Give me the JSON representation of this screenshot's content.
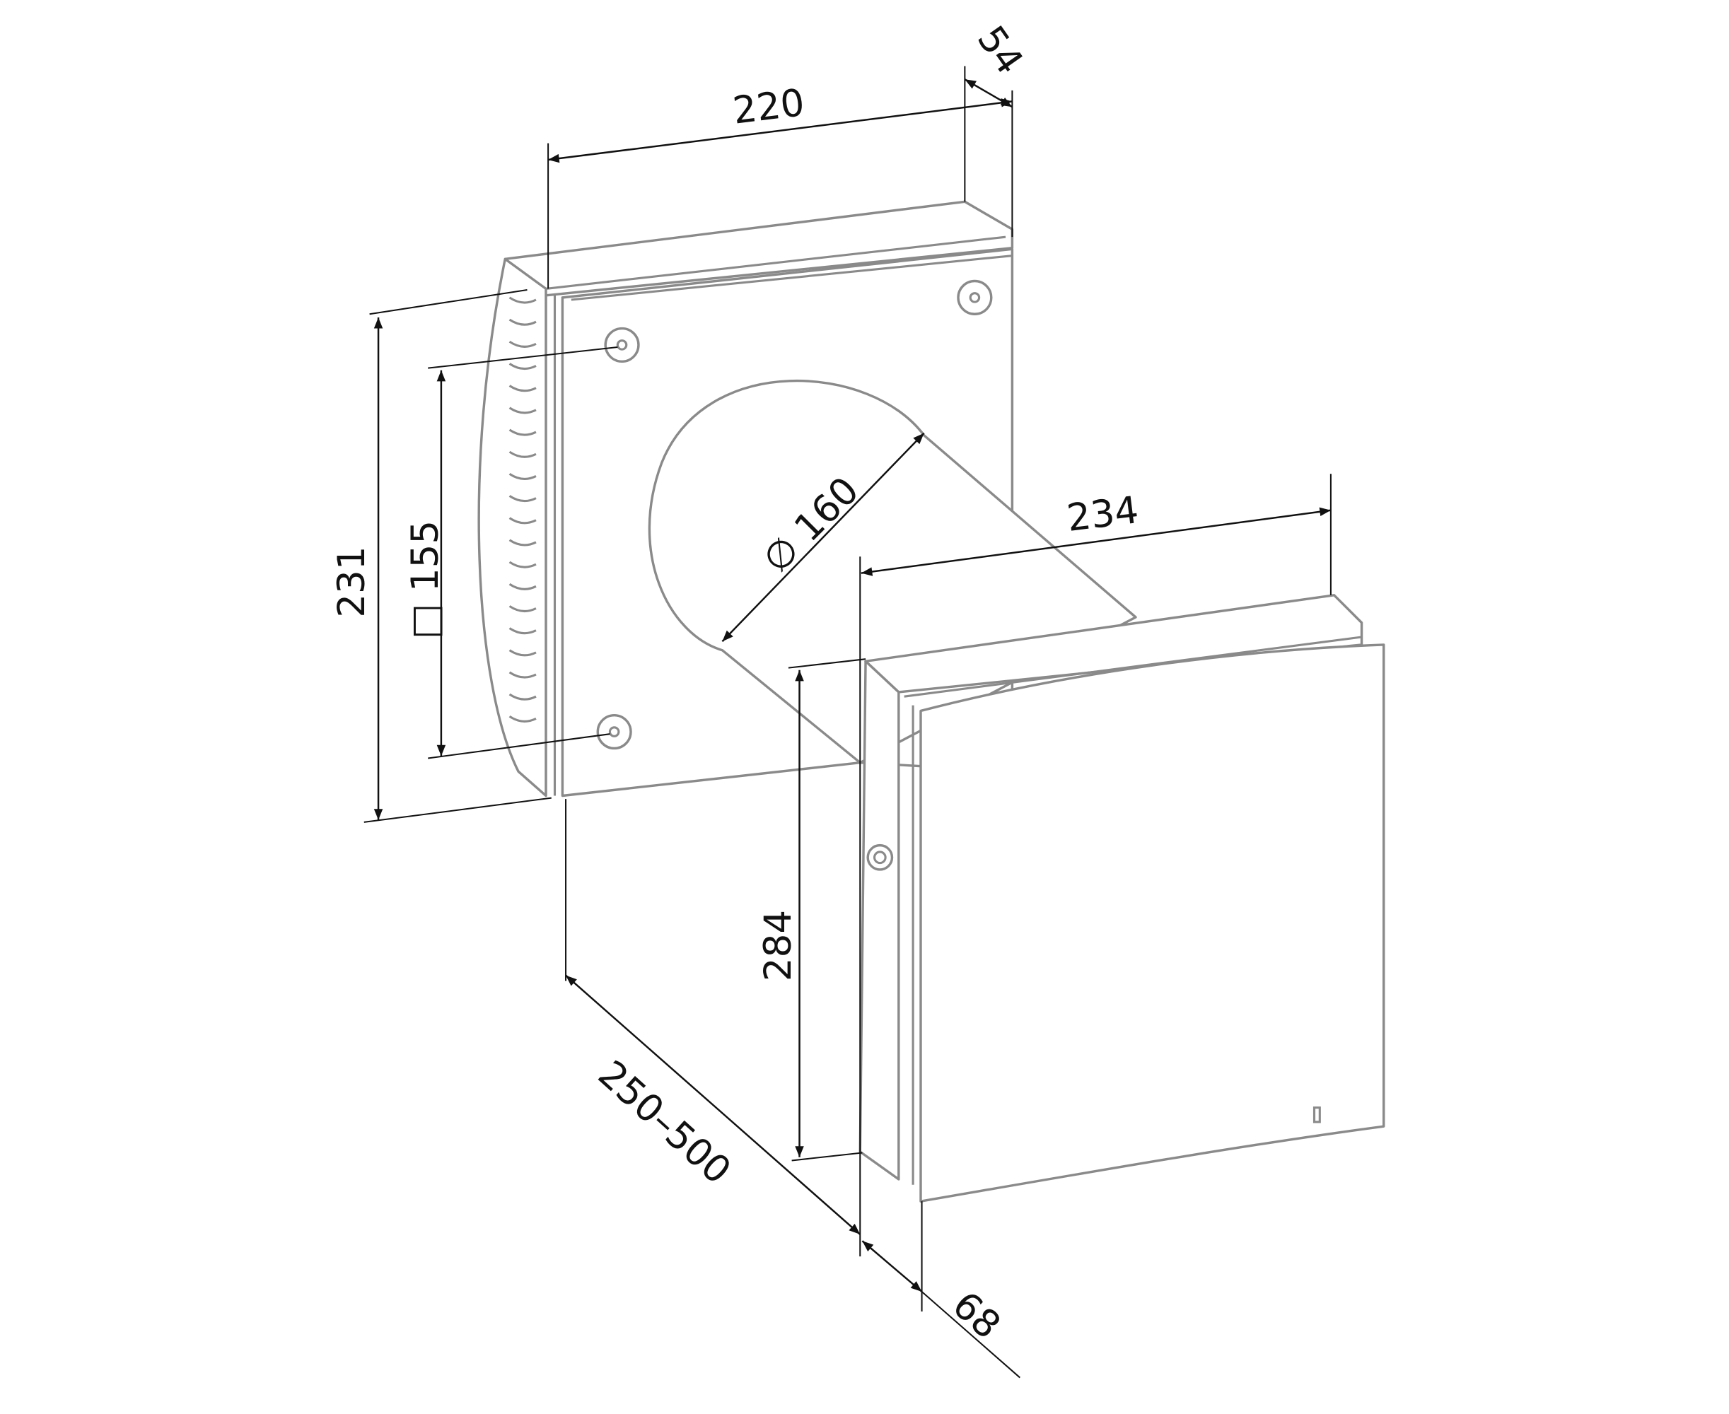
{
  "drawing": {
    "dimensions": {
      "rear_width": "220",
      "rear_depth": "54",
      "rear_height": "231",
      "mount_square": "□ 155",
      "duct_diameter": "∅ 160",
      "front_width": "234",
      "front_height": "284",
      "wall_thickness": "250–500",
      "front_depth": "68"
    },
    "colors": {
      "outline": "#8a8a8a",
      "dimension": "#111111"
    }
  }
}
